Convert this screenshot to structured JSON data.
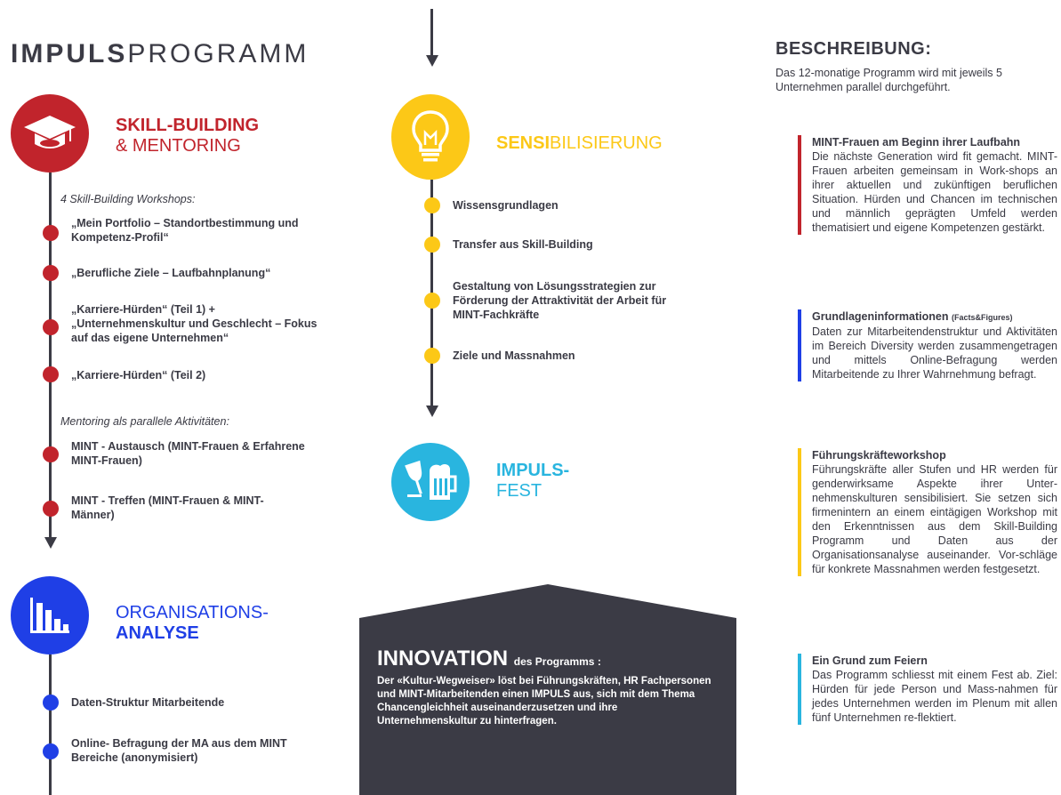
{
  "title": {
    "bold": "IMPULS",
    "light": "PROGRAMM"
  },
  "skill": {
    "heading_line1": "SKILL-BUILDING",
    "heading_line2": "& MENTORING",
    "workshops_label": "4 Skill-Building Workshops:",
    "items": [
      "„Mein Portfolio – Standortbestimmung und Kompetenz-Profil“",
      "„Berufliche Ziele – Laufbahnplanung“",
      "„Karriere-Hürden“ (Teil 1) + „Unternehmenskultur und Geschlecht – Fokus auf das eigene Unternehmen“",
      "„Karriere-Hürden“ (Teil 2)"
    ],
    "mentoring_label": "Mentoring als parallele Aktivitäten:",
    "mentoring_items": [
      "MINT - Austausch (MINT-Frauen & Erfahrene MINT-Frauen)",
      "MINT - Treffen (MINT-Frauen & MINT-Männer)"
    ]
  },
  "org": {
    "heading_line1": "ORGANISATIONS-",
    "heading_line2": "ANALYSE",
    "items": [
      "Daten-Struktur Mitarbeitende",
      "Online- Befragung der MA aus dem MINT Bereiche (anonymisiert)"
    ]
  },
  "sensi": {
    "heading_bold": "SENSI",
    "heading_light": "BILISIERUNG",
    "items": [
      "Wissensgrundlagen",
      "Transfer aus Skill-Building",
      "Gestaltung von Lösungsstrategien zur Förderung der Attraktivität der Arbeit für MINT-Fachkräfte",
      "Ziele und Massnahmen"
    ]
  },
  "fest": {
    "heading_line1": "IMPULS-",
    "heading_line2": "FEST"
  },
  "innovation": {
    "title": "INNOVATION",
    "subtitle": "des Programms :",
    "body": "Der «Kultur-Wegweiser» löst bei Führungskräften, HR Fachpersonen und MINT-Mitarbeitenden einen IMPULS aus, sich mit dem Thema Chancengleichheit auseinanderzusetzen und ihre Unternehmenskultur zu hinterfragen."
  },
  "description": {
    "title": "BESCHREIBUNG:",
    "text": "Das 12-monatige Programm wird mit jeweils 5 Unternehmen parallel durchgeführt.",
    "blocks": [
      {
        "title": "MINT-Frauen am Beginn ihrer Laufbahn",
        "text": "Die nächste Generation wird fit gemacht. MINT-Frauen arbeiten gemeinsam in Work-shops an ihrer aktuellen und zukünftigen beruflichen Situation. Hürden und Chancen im technischen und männlich geprägten Umfeld werden thematisiert und eigene Kompetenzen gestärkt.",
        "color": "#c1242c"
      },
      {
        "title": "Grundlageninformationen",
        "title_small": "(Facts&Figures)",
        "text": "Daten zur Mitarbeitendenstruktur und Aktivitäten im Bereich Diversity werden zusammengetragen und mittels Online-Befragung werden Mitarbeitende zu Ihrer Wahrnehmung befragt.",
        "color": "#1f3fe6"
      },
      {
        "title": "Führungskräfteworkshop",
        "text": "Führungskräfte aller Stufen und HR werden für genderwirksame Aspekte ihrer Unter-nehmenskulturen sensibilisiert. Sie setzen sich firmenintern an einem eintägigen Workshop mit den Erkenntnissen aus dem Skill-Building Programm und Daten aus der Organisationsanalyse auseinander. Vor-schläge für konkrete Massnahmen werden festgesetzt.",
        "color": "#fcc817"
      },
      {
        "title": "Ein Grund zum Feiern",
        "text": "Das Programm schliesst mit einem Fest ab. Ziel: Hürden für jede Person und Mass-nahmen für jedes Unternehmen werden im Plenum mit allen fünf Unternehmen re-flektiert.",
        "color": "#29b5df"
      }
    ]
  },
  "icons": {
    "skill": "graduation-cap-icon",
    "sensi": "lightbulb-icon",
    "fest": "wine-and-beer-icon",
    "org": "bar-chart-icon"
  }
}
